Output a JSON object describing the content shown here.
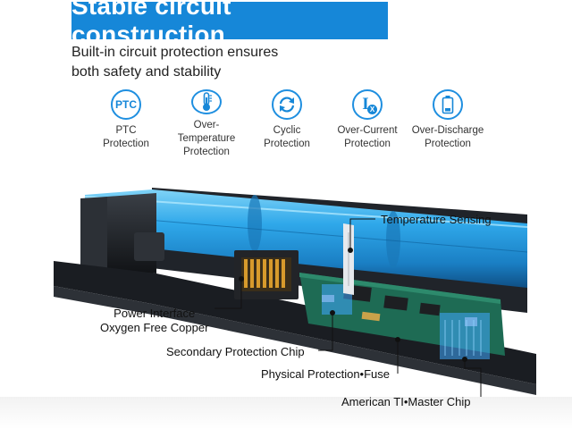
{
  "header": {
    "title": "Stable circuit construction"
  },
  "subtitle": {
    "line1": "Built-in circuit protection ensures",
    "line2": "both safety and stability"
  },
  "features": [
    {
      "icon": "ptc-icon",
      "icon_text": "PTC",
      "line1": "PTC",
      "line2": "Protection"
    },
    {
      "icon": "thermometer-icon",
      "line1": "Over-Temperature",
      "line2": "Protection"
    },
    {
      "icon": "cycle-arrows-icon",
      "line1": "Cyclic",
      "line2": "Protection"
    },
    {
      "icon": "current-icon",
      "icon_text": "I",
      "icon_badge": "X",
      "line1": "Over-Current",
      "line2": "Protection"
    },
    {
      "icon": "battery-icon",
      "line1": "Over-Discharge",
      "line2": "Protection"
    }
  ],
  "callouts": {
    "temperature": "Temperature Sensing",
    "power_line1": "Power Interface",
    "power_line2": "Oxygen Free Copper",
    "secondary": "Secondary Protection Chip",
    "physical": "Physical Protection•Fuse",
    "american": "American TI•Master Chip"
  },
  "colors": {
    "accent": "#1687d8",
    "cell_blue": "#2aa3e8",
    "casing": "#1c1f24"
  }
}
